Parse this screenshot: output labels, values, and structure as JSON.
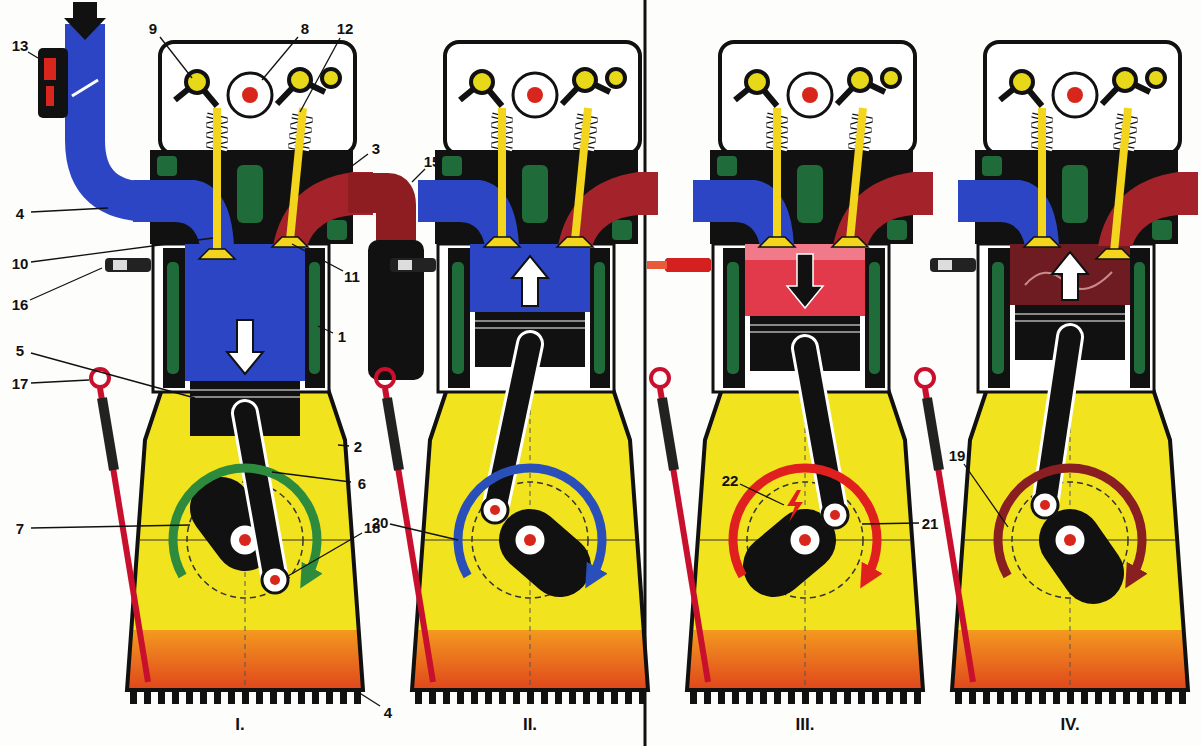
{
  "diagram": {
    "labels": [
      "9",
      "8",
      "12",
      "13",
      "3",
      "15",
      "4",
      "10",
      "11",
      "16",
      "1",
      "5",
      "17",
      "2",
      "19",
      "22",
      "6",
      "20",
      "21",
      "7",
      "18",
      "4",
      "I.",
      "II.",
      "III.",
      "IV."
    ]
  }
}
